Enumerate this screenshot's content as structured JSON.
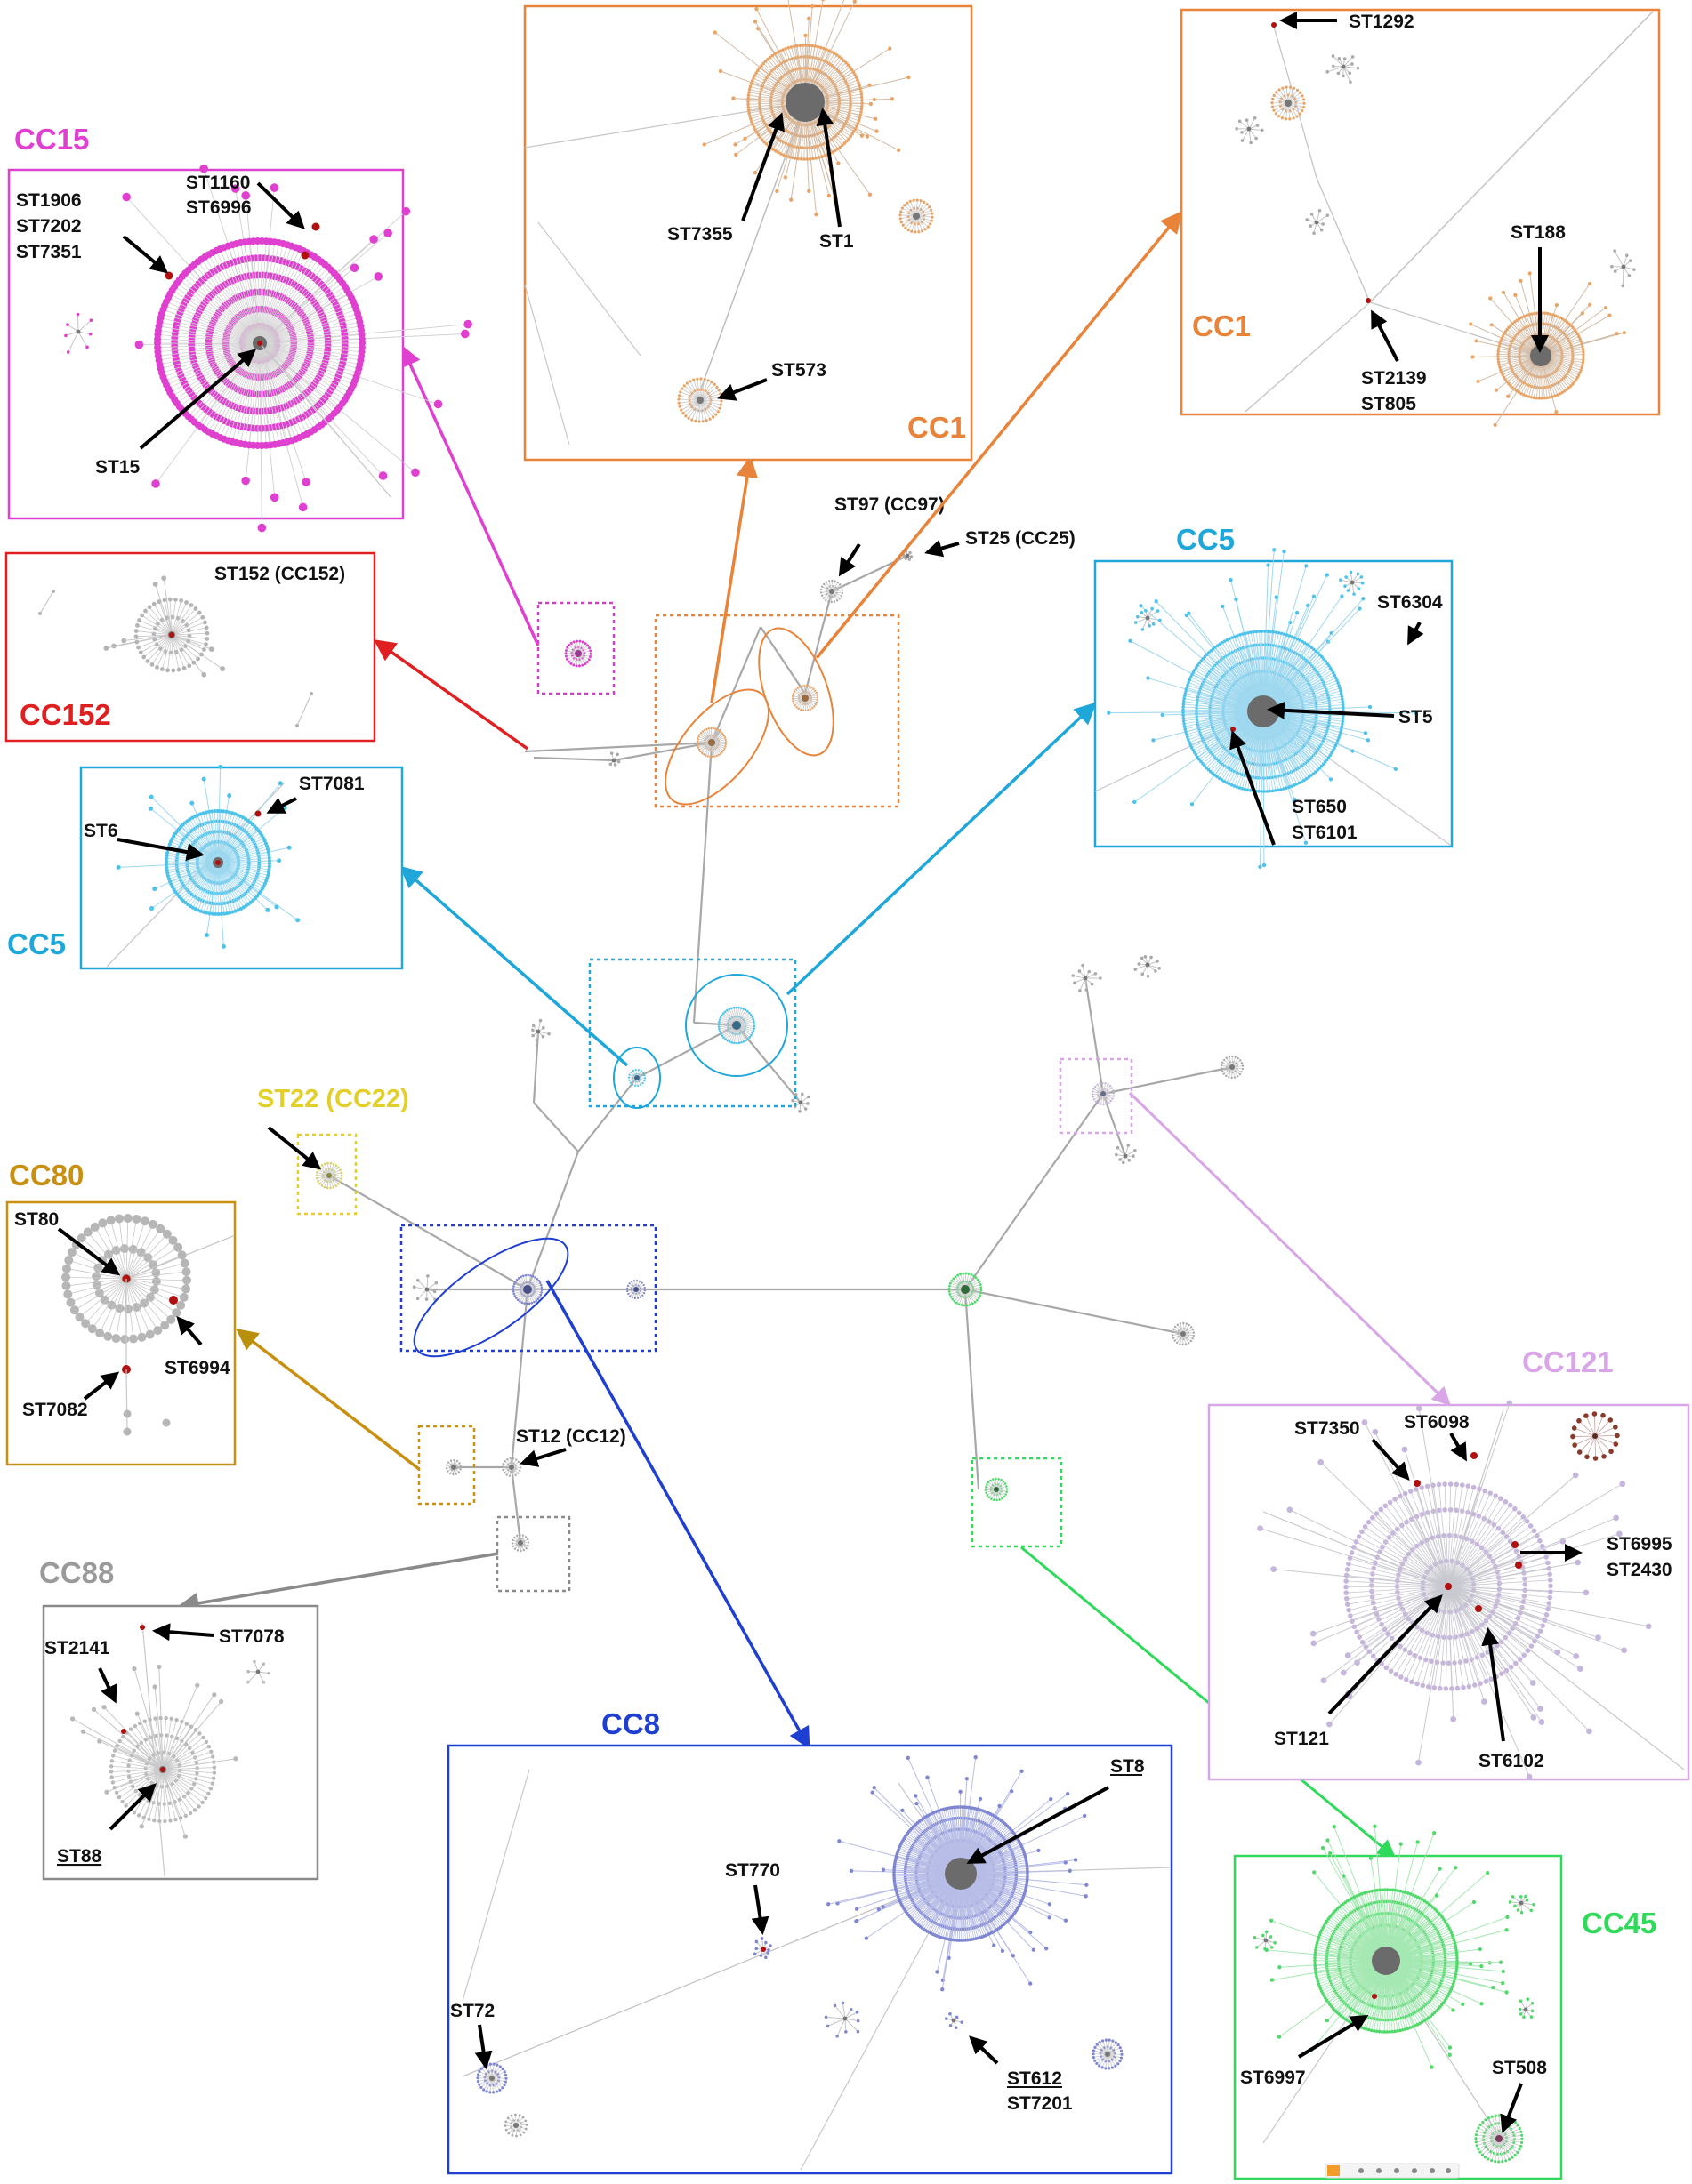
{
  "panels": {
    "cc15": {
      "title": "CC15",
      "color": "#e040d0",
      "labels": [
        "ST1906",
        "ST7202",
        "ST7351",
        "ST1160",
        "ST6996",
        "ST15"
      ]
    },
    "cc1a": {
      "title": "CC1",
      "color": "#e8843a",
      "labels": [
        "ST7355",
        "ST1",
        "ST573"
      ]
    },
    "cc1b": {
      "title": "CC1",
      "color": "#e8843a",
      "labels": [
        "ST1292",
        "ST188",
        "ST2139",
        "ST805"
      ]
    },
    "cc152": {
      "title": "CC152",
      "color": "#e02020",
      "labels": [
        "ST152 (CC152)"
      ]
    },
    "cc5a": {
      "title": "CC5",
      "color": "#1ea7d8",
      "labels": [
        "ST6304",
        "ST5",
        "ST650",
        "ST6101"
      ]
    },
    "cc5b": {
      "title": "CC5",
      "color": "#1ea7d8",
      "labels": [
        "ST7081",
        "ST6"
      ]
    },
    "cc80": {
      "title": "CC80",
      "color": "#b8900a",
      "labels": [
        "ST80",
        "ST6994",
        "ST7082"
      ]
    },
    "cc88": {
      "title": "CC88",
      "color": "#8a8a8a",
      "labels": [
        "ST7078",
        "ST2141",
        "ST88"
      ]
    },
    "cc8": {
      "title": "CC8",
      "color": "#1f3fd0",
      "labels": [
        "ST8",
        "ST770",
        "ST72",
        "ST612",
        "ST7201"
      ]
    },
    "cc121": {
      "title": "CC121",
      "color": "#d8a6e6",
      "labels": [
        "ST7350",
        "ST6098",
        "ST6995",
        "ST2430",
        "ST121",
        "ST6102"
      ]
    },
    "cc45": {
      "title": "CC45",
      "color": "#2fd95a",
      "labels": [
        "ST6997",
        "ST508"
      ]
    }
  },
  "network_labels": [
    "ST97 (CC97)",
    "ST25 (CC25)",
    "ST22 (CC22)",
    "ST12 (CC12)"
  ],
  "network_label_colors": {
    "st22": "#e3cf2a"
  },
  "node_colors": {
    "cc15": "#e040d0",
    "cc1": "#e8a466",
    "cc5": "#4ec3ea",
    "cc8": "#7f86d2",
    "cc121": "#c6b6db",
    "cc45": "#52d96c",
    "cc80": "#b0b0b0",
    "cc88": "#b9b9b9",
    "hub": "#5e5e5e",
    "highlight": "#b01010",
    "cc22": "#d8d06a"
  },
  "icons": [
    "toolbar-icon"
  ]
}
